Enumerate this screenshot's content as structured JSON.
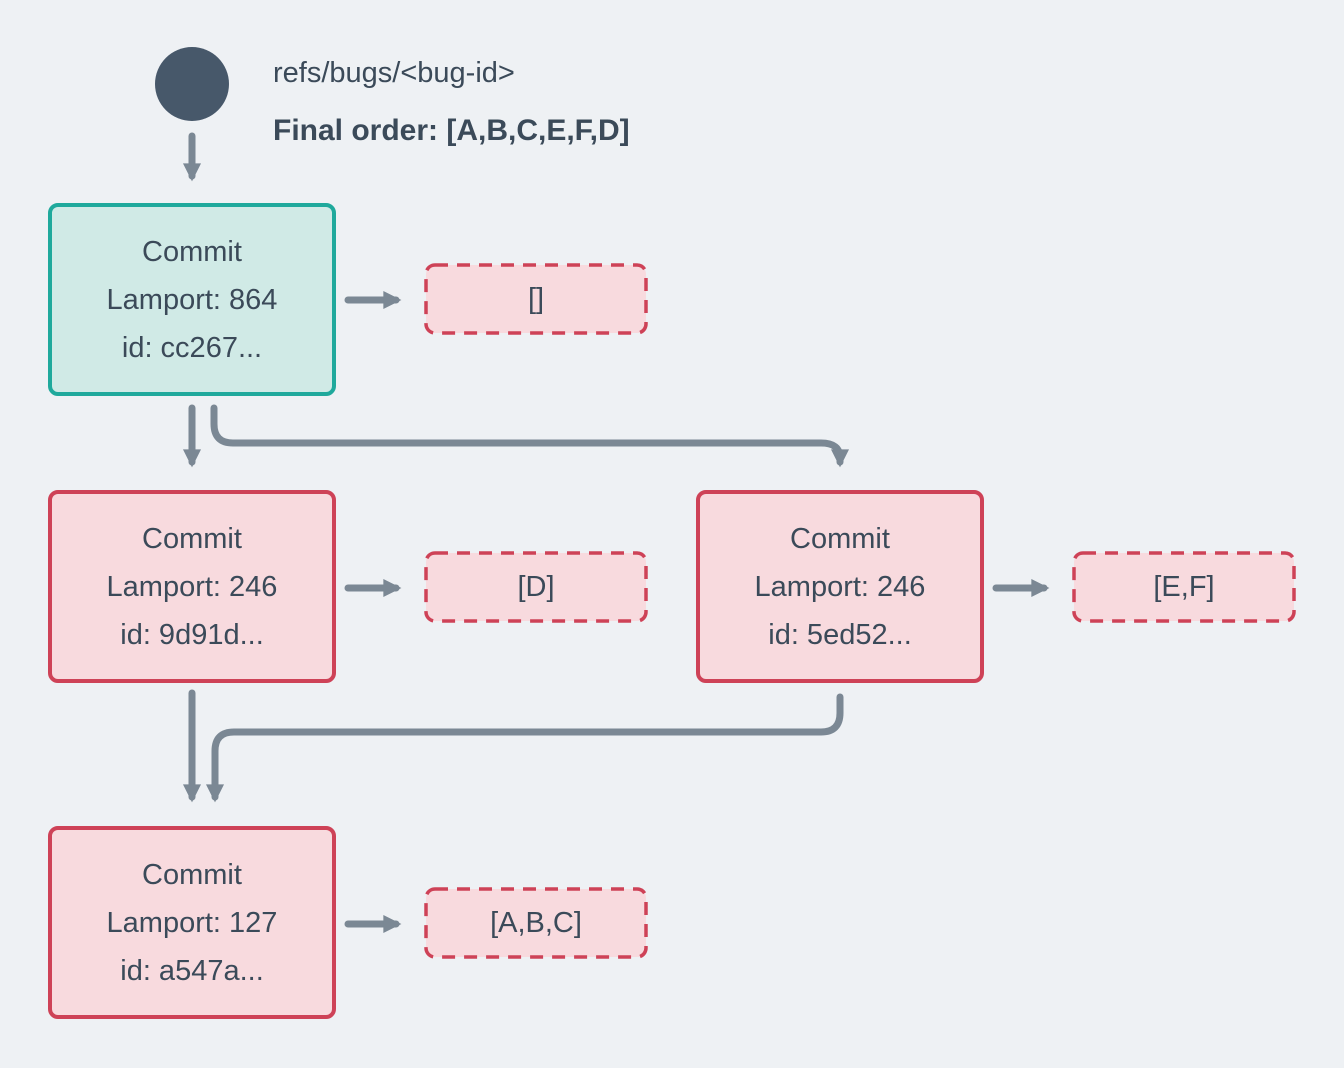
{
  "header": {
    "ref_label": "refs/bugs/<bug-id>",
    "final_order_label": "Final order: [A,B,C,E,F,D]"
  },
  "commits": [
    {
      "title": "Commit",
      "lamport": "Lamport: 864",
      "id": "id: cc267...",
      "kind": "head"
    },
    {
      "title": "Commit",
      "lamport": "Lamport: 246",
      "id": "id: 9d91d...",
      "kind": "normal"
    },
    {
      "title": "Commit",
      "lamport": "Lamport: 246",
      "id": "id: 5ed52...",
      "kind": "normal"
    },
    {
      "title": "Commit",
      "lamport": "Lamport: 127",
      "id": "id: a547a...",
      "kind": "normal"
    }
  ],
  "operation_sets": [
    {
      "value": "[]"
    },
    {
      "value": "[D]"
    },
    {
      "value": "[E,F]"
    },
    {
      "value": "[A,B,C]"
    }
  ],
  "colors": {
    "background": "#eef1f4",
    "text": "#3b4a59",
    "arrow": "#7b8894",
    "ref_node": "#47586a",
    "head_commit_border": "#1fa99c",
    "head_commit_fill": "#d0eae6",
    "commit_border": "#ce4257",
    "commit_fill": "#f8dade"
  }
}
